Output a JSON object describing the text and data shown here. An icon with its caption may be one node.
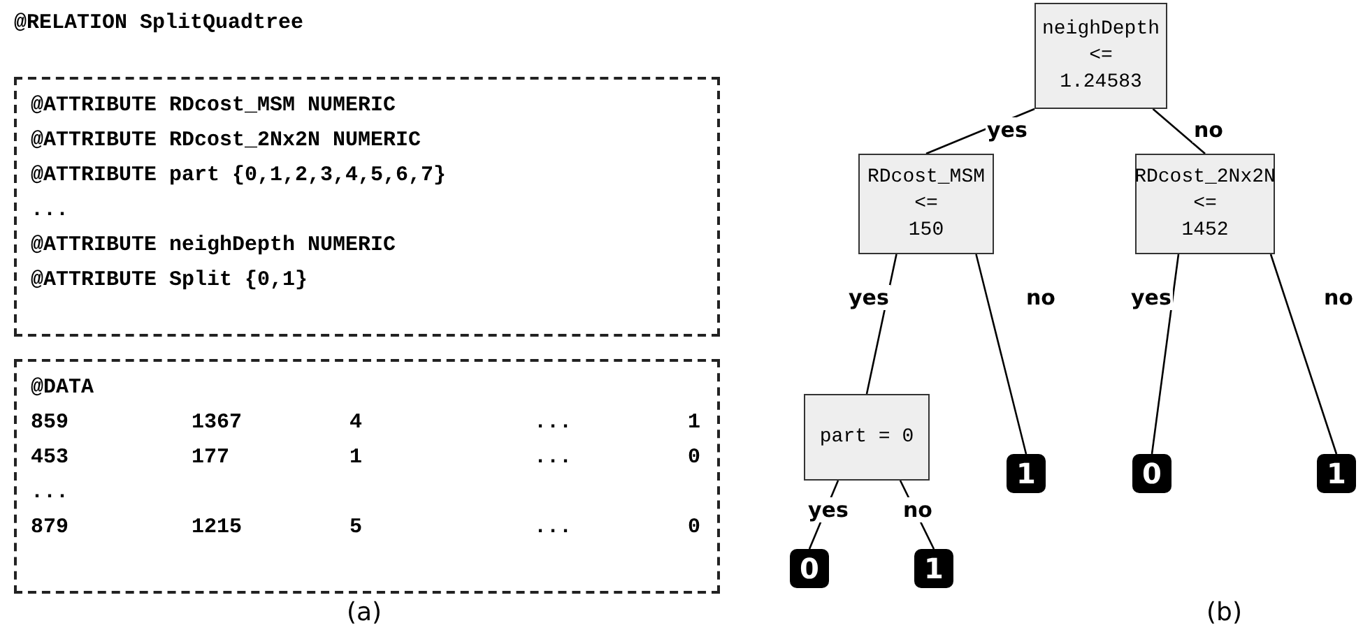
{
  "diagram": {
    "nodes": [
      {
        "text": [
          "@ATTRIBUTE RDcost_MSM NUMERIC",
          "@ATTRIBUTE RDcost_2Nx2N NUMERIC",
          "@ATTRIBUTE part {0,1,2,3,4,5,6,7}",
          "...",
          "@ATTRIBUTE neighDepth NUMERIC",
          "@ATTRIBUTE Split {0,1}"
        ]
      },
      {
        "text": [
          "@DATA",
          "859",
          "1367",
          "4",
          "...",
          "1",
          "453",
          "177",
          "1",
          "...",
          "0",
          "...",
          "879",
          "1215",
          "5",
          "...",
          "0"
        ]
      },
      {
        "text": [
          "neighDepth <= 1.24583"
        ]
      },
      {
        "text": [
          "RDcost_MSM <= 150"
        ]
      },
      {
        "text": [
          "RDcost_2Nx2N <= 1452"
        ]
      },
      {
        "text": [
          "part = 0"
        ]
      },
      {
        "text": [
          "1"
        ]
      },
      {
        "text": [
          "0"
        ]
      },
      {
        "text": [
          "1"
        ]
      },
      {
        "text": [
          "0"
        ]
      },
      {
        "text": [
          "1"
        ]
      }
    ],
    "edges": [
      {
        "from": 2,
        "to": 3,
        "arrow": "none",
        "label": "yes"
      },
      {
        "from": 2,
        "to": 4,
        "arrow": "none",
        "label": "no"
      },
      {
        "from": 3,
        "to": 5,
        "arrow": "none",
        "label": "yes"
      },
      {
        "from": 3,
        "to": 6,
        "arrow": "none",
        "label": "no"
      },
      {
        "from": 4,
        "to": 7,
        "arrow": "none",
        "label": "yes"
      },
      {
        "from": 4,
        "to": 8,
        "arrow": "none",
        "label": "no"
      },
      {
        "from": 5,
        "to": 9,
        "arrow": "none",
        "label": "yes"
      },
      {
        "from": 5,
        "to": 10,
        "arrow": "none",
        "label": "no"
      }
    ],
    "labels": [
      "@RELATION SplitQuadtree",
      "(a)",
      "(b)"
    ]
  }
}
